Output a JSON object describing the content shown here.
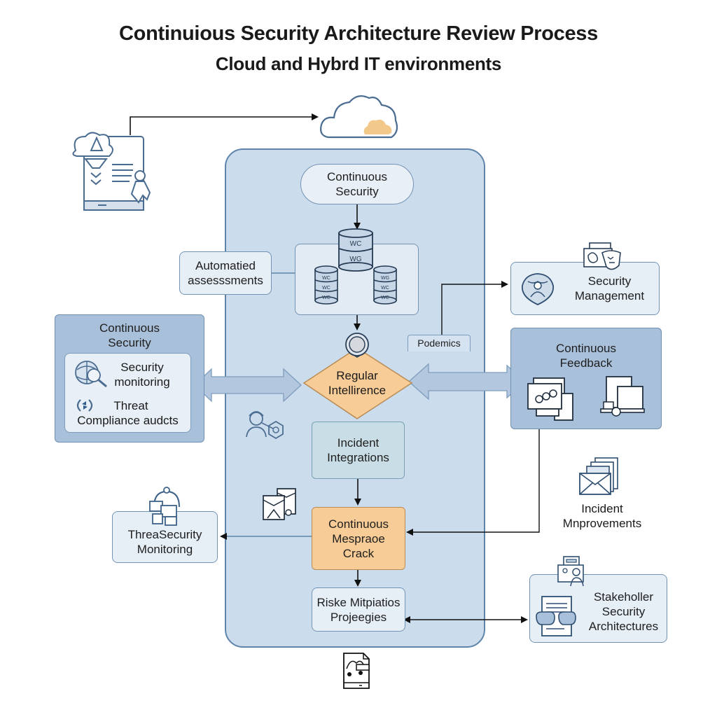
{
  "header": {
    "title": "Continuious Security Architecture Review Process",
    "subtitle": "Cloud and Hybrd IT environments"
  },
  "colors": {
    "panel_fill": "#cbdcec",
    "panel_border": "#5f84aa",
    "accent_orange": "#f7cc96",
    "box_dark": "#a9c0da",
    "box_light": "#e6eef6",
    "cloud_fill": "#f3c98b"
  },
  "nodes": {
    "continuous_security_top": {
      "line1": "Continuous",
      "line2": "Security"
    },
    "automated_assessments": {
      "line1": "Automatied",
      "line2": "assesssments"
    },
    "database_cluster": {
      "labels": [
        "WC",
        "WG",
        "WC",
        "WC",
        "WC",
        "WG",
        "WC",
        "WC"
      ]
    },
    "continuous_security_left": {
      "title_line1": "Continuous",
      "title_line2": "Security",
      "item1_line1": "Security",
      "item1_line2": "monitoring",
      "item2_line1": "Threat",
      "item2_line2": "Compliance audcts"
    },
    "podemics": {
      "label": "Podemics"
    },
    "regular_intelligence": {
      "line1": "Regular",
      "line2": "Intellirence"
    },
    "security_management": {
      "line1": "Security",
      "line2": "Management"
    },
    "continuous_feedback": {
      "line1": "Continuous",
      "line2": "Feedback"
    },
    "incident_integrations": {
      "line1": "Incident",
      "line2": "Integrations"
    },
    "incident_improvements": {
      "line1": "Incident",
      "line2": "Mnprovements"
    },
    "threat_security_monitoring": {
      "line1": "ThreaSecurity",
      "line2": "Monitoring"
    },
    "continuous_mespraoe": {
      "line1": "Continuous",
      "line2": "Mespraoe",
      "line3": "Crack"
    },
    "risk_mitigation": {
      "line1": "Riske Mitpiatios",
      "line2": "Projeegies"
    },
    "stakeholder": {
      "line1": "Stakeholler",
      "line2": "Security",
      "line3": "Architectures"
    }
  },
  "icons": [
    "document-tablet-icon",
    "cloud-icon",
    "database-icon",
    "security-monitoring-icon",
    "threat-sync-icon",
    "target-ring-icon",
    "masks-shield-icon",
    "security-management-icon",
    "monitor-dashboard-icon",
    "laptop-lock-icon",
    "engineer-icon",
    "documents-icon",
    "threat-monitoring-icon",
    "envelope-stack-icon",
    "stakeholder-people-icon",
    "report-chat-icon",
    "file-report-icon"
  ]
}
